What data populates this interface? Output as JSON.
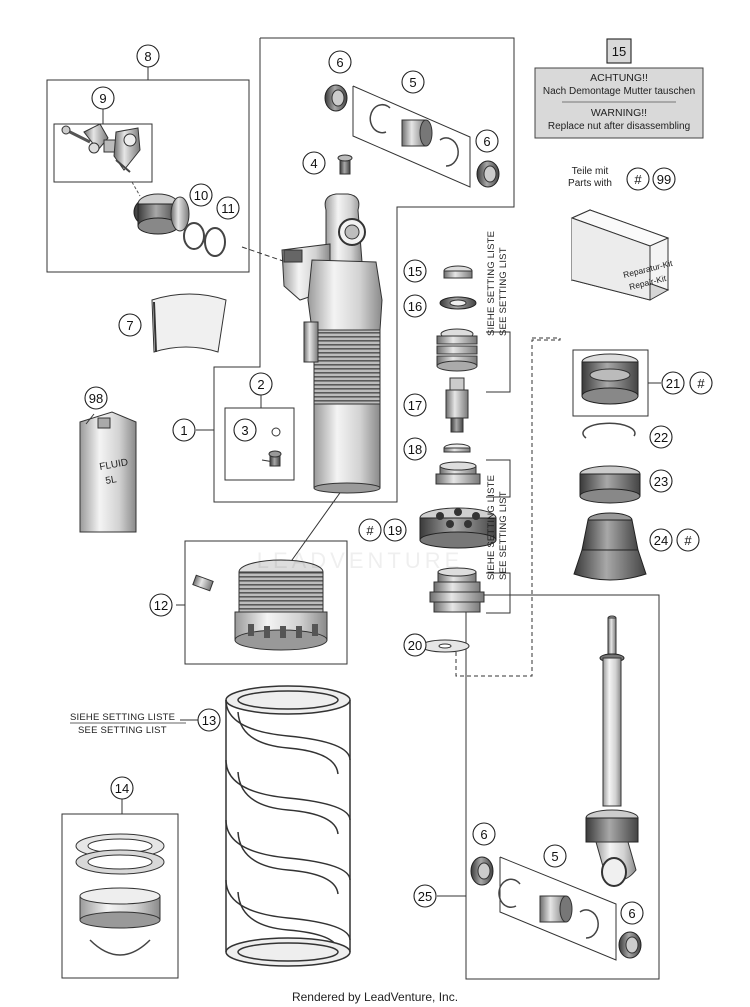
{
  "callouts": [
    {
      "id": "c8",
      "label": "8"
    },
    {
      "id": "c9",
      "label": "9"
    },
    {
      "id": "c10",
      "label": "10"
    },
    {
      "id": "c11",
      "label": "11"
    },
    {
      "id": "c6a",
      "label": "6"
    },
    {
      "id": "c5a",
      "label": "5"
    },
    {
      "id": "c6b",
      "label": "6"
    },
    {
      "id": "c4",
      "label": "4"
    },
    {
      "id": "c15",
      "label": "15"
    },
    {
      "id": "c16",
      "label": "16"
    },
    {
      "id": "c7",
      "label": "7"
    },
    {
      "id": "c2",
      "label": "2"
    },
    {
      "id": "c3",
      "label": "3"
    },
    {
      "id": "c1",
      "label": "1"
    },
    {
      "id": "c17",
      "label": "17"
    },
    {
      "id": "c18",
      "label": "18"
    },
    {
      "id": "c19",
      "label": "19"
    },
    {
      "id": "c19h",
      "label": "#"
    },
    {
      "id": "c20",
      "label": "20"
    },
    {
      "id": "c98",
      "label": "98"
    },
    {
      "id": "c12",
      "label": "12"
    },
    {
      "id": "c13",
      "label": "13"
    },
    {
      "id": "c14",
      "label": "14"
    },
    {
      "id": "c21",
      "label": "21"
    },
    {
      "id": "c21h",
      "label": "#"
    },
    {
      "id": "c22",
      "label": "22"
    },
    {
      "id": "c23",
      "label": "23"
    },
    {
      "id": "c24",
      "label": "24"
    },
    {
      "id": "c24h",
      "label": "#"
    },
    {
      "id": "c99h",
      "label": "#"
    },
    {
      "id": "c99",
      "label": "99"
    },
    {
      "id": "c6c",
      "label": "6"
    },
    {
      "id": "c5b",
      "label": "5"
    },
    {
      "id": "c6d",
      "label": "6"
    },
    {
      "id": "c25",
      "label": "25"
    },
    {
      "id": "c15top",
      "label": "15"
    }
  ],
  "warning_label": {
    "de_title": "ACHTUNG!!",
    "de_text": "Nach Demontage Mutter tauschen",
    "en_title": "WARNING!!",
    "en_text": "Replace nut after disassembling"
  },
  "kit_note": {
    "de": "Teile mit",
    "en": "Parts with"
  },
  "kit_box": {
    "de": "Reparatur-Kit",
    "en": "Repair-Kit"
  },
  "setting_list": {
    "de": "SIEHE SETTING LISTE",
    "en": "SEE SETTING LIST"
  },
  "fluid_can": {
    "line1": "FLUID",
    "line2": "5L"
  },
  "watermark": "LEADVENTURE",
  "footer": "Rendered by LeadVenture, Inc."
}
